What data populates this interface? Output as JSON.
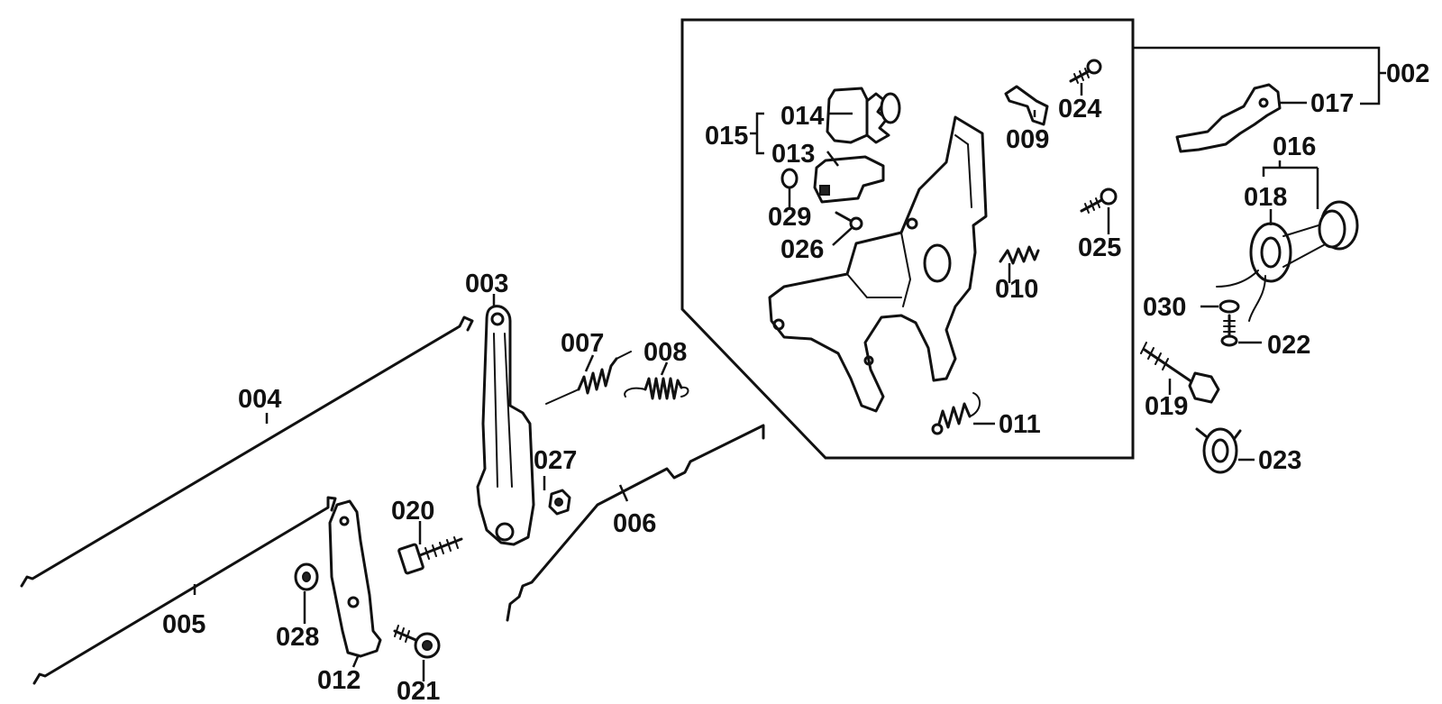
{
  "labels": {
    "p002": "002",
    "p003": "003",
    "p004": "004",
    "p005": "005",
    "p006": "006",
    "p007": "007",
    "p008": "008",
    "p009": "009",
    "p010": "010",
    "p011": "011",
    "p012": "012",
    "p013": "013",
    "p014": "014",
    "p015": "015",
    "p016": "016",
    "p017": "017",
    "p018": "018",
    "p019": "019",
    "p020": "020",
    "p021": "021",
    "p022": "022",
    "p023": "023",
    "p024": "024",
    "p025": "025",
    "p026": "026",
    "p027": "027",
    "p028": "028",
    "p029": "029",
    "p030": "030"
  }
}
